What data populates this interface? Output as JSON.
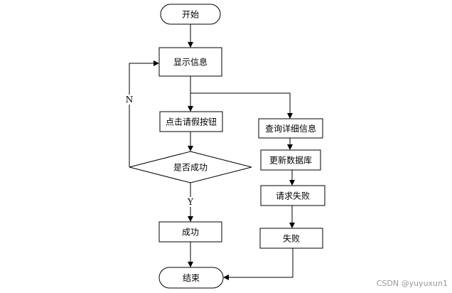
{
  "nodes": {
    "start": "开始",
    "show_info": "显示信息",
    "click_button": "点击请假按钮",
    "is_success": "是否成功",
    "success": "成功",
    "end": "结束",
    "query_detail": "查询详细信息",
    "update_db": "更新数据库",
    "request_fail": "请求失败",
    "fail": "失败"
  },
  "edges": {
    "no_label": "N",
    "yes_label": "Y"
  },
  "watermark": "CSDN @yuyuxun1"
}
